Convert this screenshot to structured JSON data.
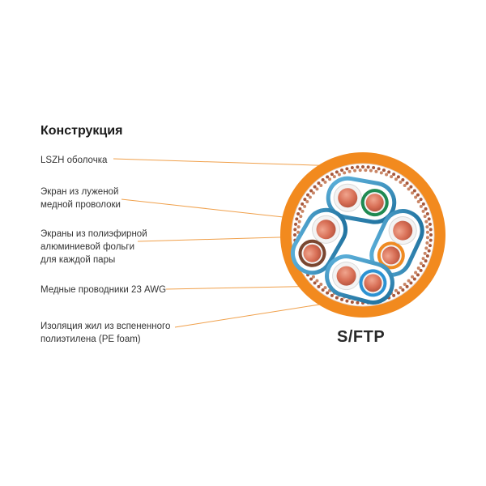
{
  "title": "Конструкция",
  "labels": {
    "jacket": [
      "LSZH оболочка"
    ],
    "braid": [
      "Экран из луженой",
      "медной проволоки"
    ],
    "foil": [
      "Экраны из полиэфирной",
      "алюминиевой фольги",
      "для каждой пары"
    ],
    "conductors": [
      "Медные проводники 23 AWG"
    ],
    "insulation": [
      "Изоляция жил из вспененного",
      "полиэтилена (PE foam)"
    ]
  },
  "cable_type": "S/FTP",
  "colors": {
    "jacket": "#f28a1e",
    "leader": "#f0a04b",
    "foil": "#2a86b8",
    "copper": "#d86f56",
    "pair_green": "#1f8a52",
    "pair_brown": "#7a4630",
    "pair_orange": "#ef8b23",
    "pair_blue": "#2c92d2"
  }
}
